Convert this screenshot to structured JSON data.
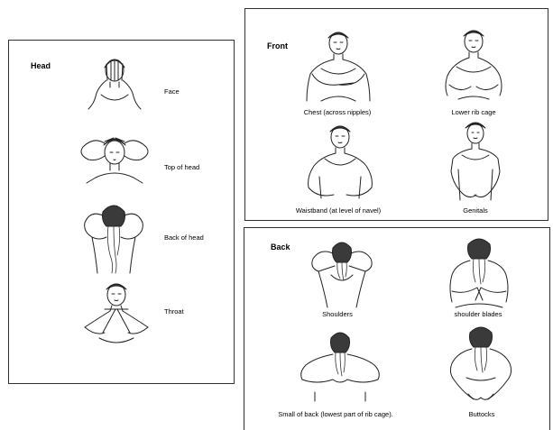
{
  "head": {
    "title": "Head",
    "items": [
      "Face",
      "Top of head",
      "Back of head",
      "Throat"
    ]
  },
  "front": {
    "title": "Front",
    "items": [
      "Chest (across nipples)",
      "Lower rib cage",
      "Waistband  (at level of navel)",
      "Genitals"
    ]
  },
  "back": {
    "title": "Back",
    "items": [
      "Shoulders",
      "shoulder blades",
      "Small of back (lowest part of rib cage).",
      "Buttocks"
    ]
  }
}
